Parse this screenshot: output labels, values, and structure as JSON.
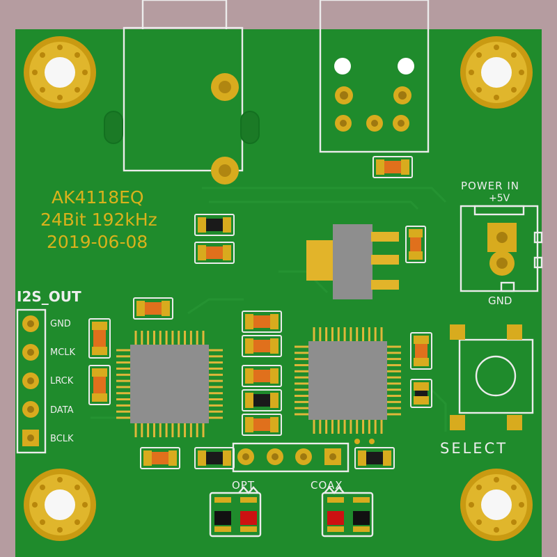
{
  "board": {
    "name": "AK4118EQ",
    "spec": "24Bit 192kHz",
    "date": "2019-06-08"
  },
  "connectors": {
    "i2s_out": {
      "title": "I2S_OUT",
      "pins": [
        "GND",
        "MCLK",
        "LRCK",
        "DATA",
        "BCLK"
      ]
    },
    "power": {
      "title": "POWER IN",
      "voltage": "+5V",
      "ground": "GND"
    }
  },
  "labels": {
    "select": "SELECT",
    "optical": "OPT",
    "coax": "COAX"
  },
  "colors": {
    "background": "#b59ca0",
    "pcb": "#1f8b2c",
    "silkscreen": "#ececec",
    "copper_pad": "#d8ab1e",
    "chip": "#8e8e8e",
    "led": "#cc1111"
  }
}
